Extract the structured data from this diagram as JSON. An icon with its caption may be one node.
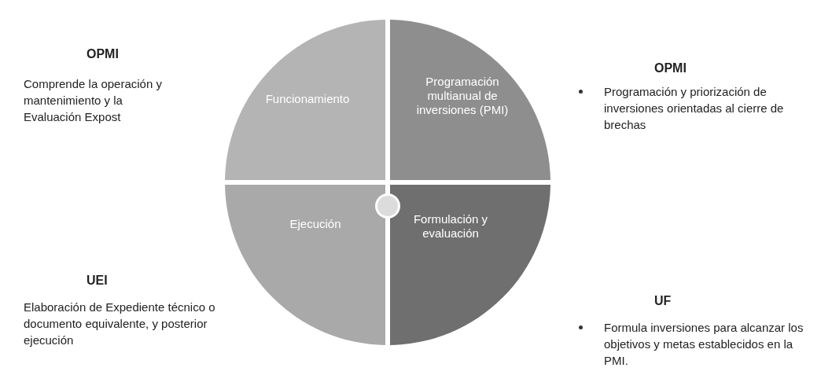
{
  "diagram": {
    "nodes": [
      {
        "text": [
          "Funcionamiento"
        ]
      },
      {
        "text": [
          "Programación multianual de inversiones (PMI)"
        ]
      },
      {
        "text": [
          "Ejecución"
        ]
      },
      {
        "text": [
          "Formulación y evaluación"
        ]
      },
      {
        "text": [],
        "shape": "circle"
      }
    ],
    "labels": [
      "OPMI",
      "Comprende la operación y mantenimiento y la Evaluación Expost",
      "OPMI",
      "Programación y priorización de inversiones orientadas al cierre de brechas",
      "UEI",
      "Elaboración de Expediente técnico o documento equivalente, y posterior ejecución",
      "UF",
      "Formula inversiones para alcanzar los objetivos y metas establecidos en la PMI."
    ]
  }
}
